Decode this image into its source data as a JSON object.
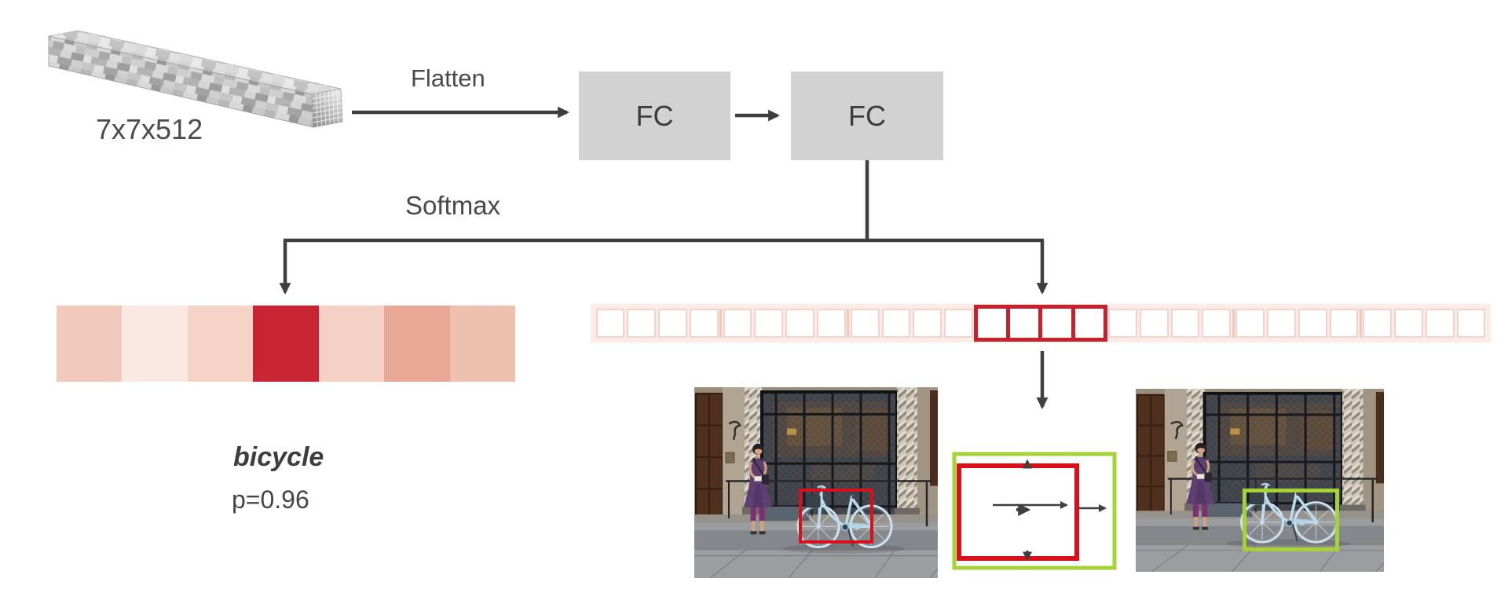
{
  "feature_map": {
    "dims_label": "7x7x512"
  },
  "labels": {
    "flatten": "Flatten",
    "softmax": "Softmax"
  },
  "fc_layers": [
    {
      "label": "FC"
    },
    {
      "label": "FC"
    }
  ],
  "class_scores_bar": {
    "cell_count": 7,
    "cell_colors": [
      "#f2c9bd",
      "#fae9e2",
      "#f5d3c7",
      "#c92433",
      "#f5d0c4",
      "#e9a795",
      "#eec0b0"
    ],
    "max_cell_index": 3
  },
  "bbox_regression_bar": {
    "cell_count": 28,
    "cells_per_class": 4,
    "highlighted_group_index": 3,
    "highlight_color": "#c9202e",
    "cell_fill": "#ffffff",
    "cell_border": "#f5d3ca",
    "group_separator": "#f0c9bb",
    "bar_background": "#fcece7"
  },
  "prediction": {
    "class_label": "bicycle",
    "probability_label": "p=0.96"
  },
  "colors": {
    "arrow": "#3f3f3f",
    "fc_fill": "#d2d2d2",
    "fc_text": "#3c3c3c",
    "label_text": "#484848",
    "red_bbox": "#d8101c",
    "green_bbox": "#a5d235",
    "class_max_red": "#c92433"
  }
}
